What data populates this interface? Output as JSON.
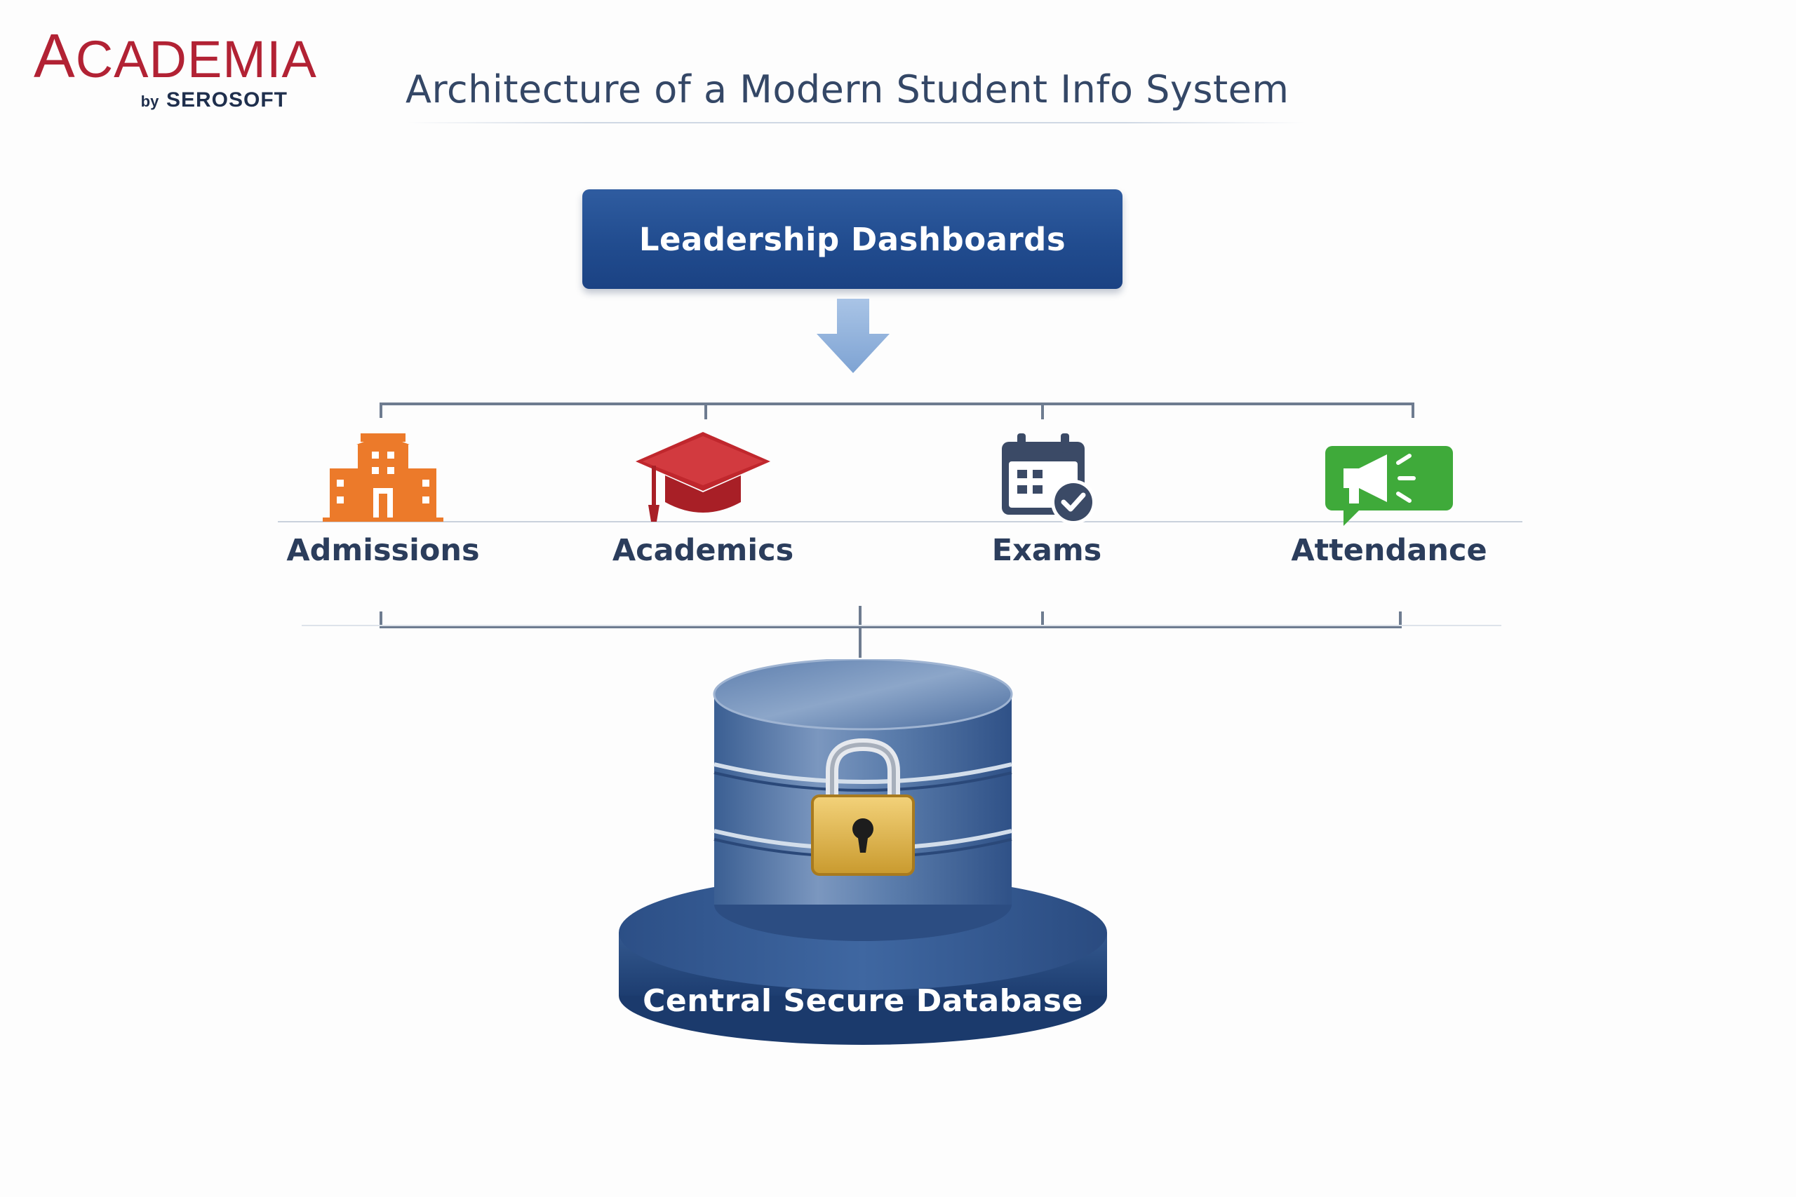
{
  "logo": {
    "brand": "ACADEMIA",
    "by": "by",
    "company": "SEROSOFT",
    "brand_color": "#b22234"
  },
  "title": "Architecture of a Modern Student Info System",
  "dashboard": {
    "label": "Leadership Dashboards",
    "color": "#234e90"
  },
  "modules": [
    {
      "label": "Admissions",
      "icon": "school-building-icon",
      "color": "#ec7a2a"
    },
    {
      "label": "Academics",
      "icon": "graduation-cap-icon",
      "color": "#c0272d"
    },
    {
      "label": "Exams",
      "icon": "calendar-check-icon",
      "color": "#3b4a66"
    },
    {
      "label": "Attendance",
      "icon": "megaphone-chat-icon",
      "color": "#3faa3a"
    }
  ],
  "database": {
    "label": "Central Secure Database",
    "icon": "padlock-icon",
    "color": "#2c4f86"
  },
  "colors": {
    "title_text": "#344766",
    "connector": "#6e7c90",
    "arrow": "#8fb0d8"
  }
}
